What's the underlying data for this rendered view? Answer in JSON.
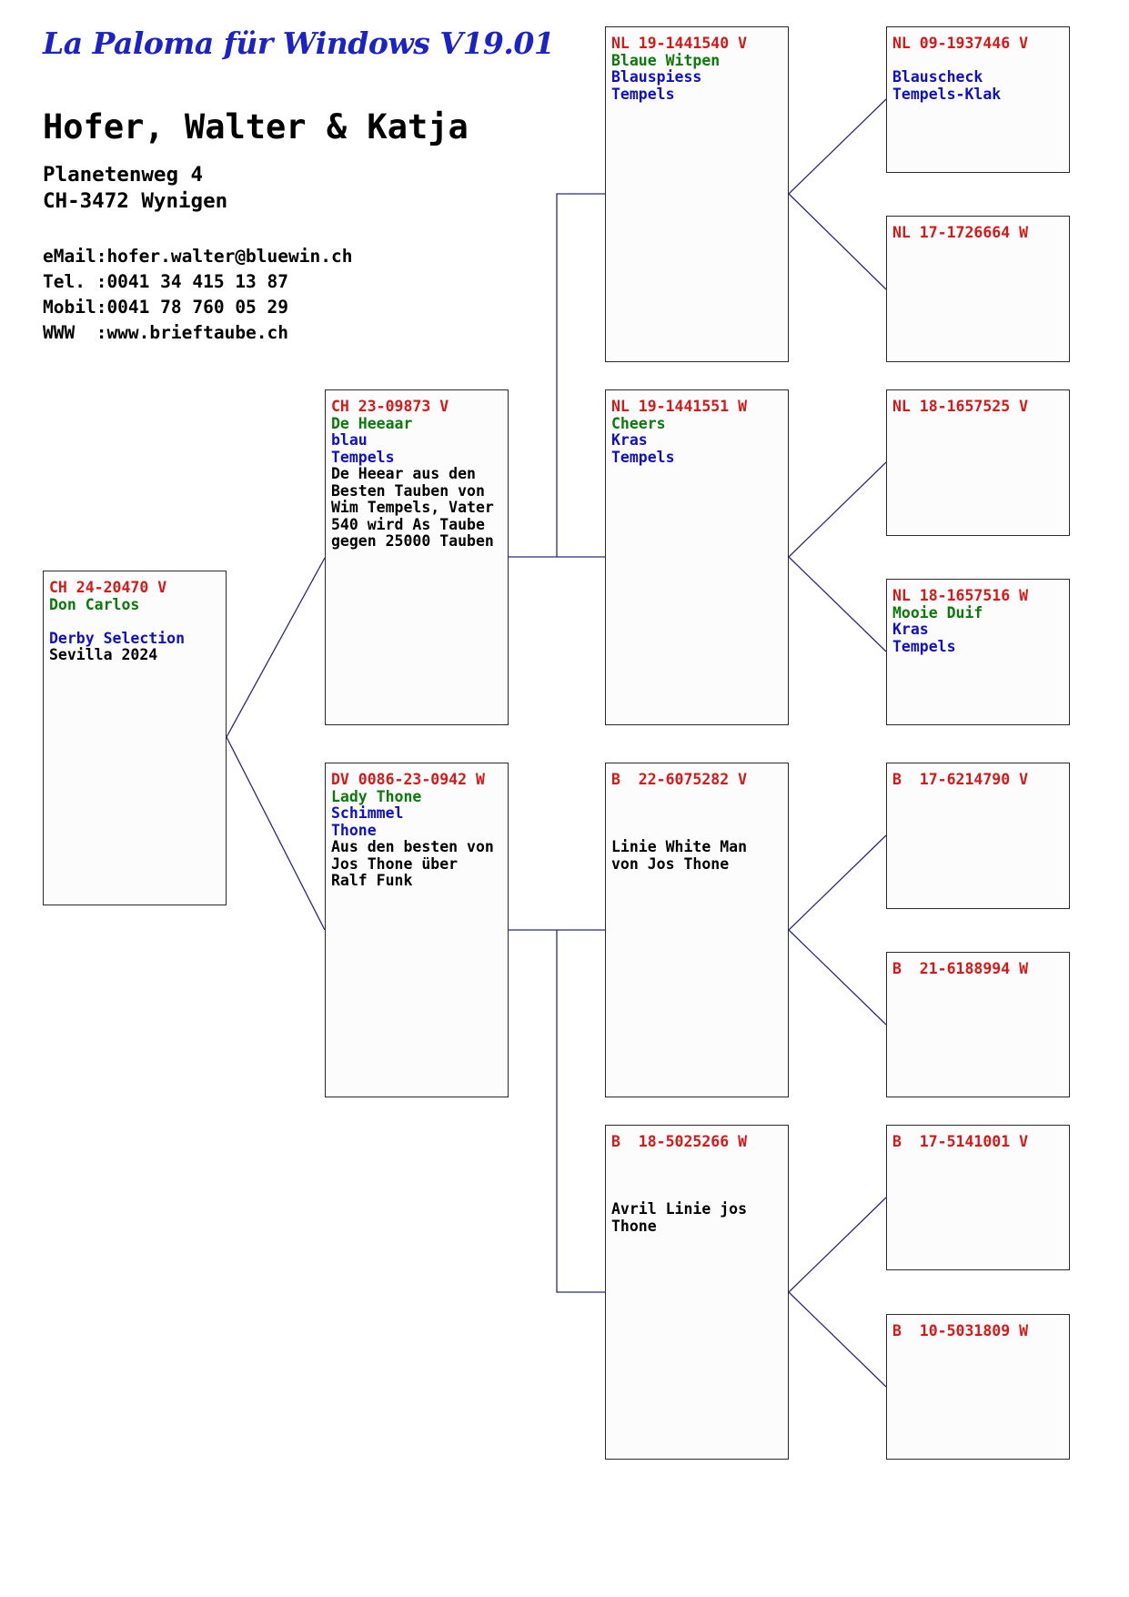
{
  "app_title": "La Paloma für Windows V19.01",
  "owner": {
    "name": "Hofer, Walter & Katja",
    "street": "Planetenweg 4",
    "city": "CH-3472 Wynigen"
  },
  "contact": {
    "email": "eMail:hofer.walter@bluewin.ch",
    "tel": "Tel. :0041 34 415 13 87",
    "mobil": "Mobil:0041 78 760 05 29",
    "www": "WWW  :www.brieftaube.ch"
  },
  "colors": {
    "ring": "#d81818",
    "name": "#0b7a0b",
    "attribute": "#1010c8",
    "note": "#000000",
    "connector": "#2a2a7a"
  },
  "pedigree": {
    "subject": {
      "ring": "CH 24-20470 V",
      "name": "Don Carlos",
      "lines": [
        {
          "text": "",
          "color": "blue"
        },
        {
          "text": "Derby Selection",
          "color": "blue"
        },
        {
          "text": "Sevilla 2024",
          "color": "black"
        }
      ]
    },
    "sire": {
      "ring": "CH 23-09873 V",
      "name": "De Heeaar",
      "lines": [
        {
          "text": "blau",
          "color": "blue"
        },
        {
          "text": "Tempels",
          "color": "blue"
        },
        {
          "text": "De Heear aus den Besten Tauben von Wim Tempels, Vater 540 wird As Taube gegen 25000 Tauben",
          "color": "black"
        }
      ]
    },
    "dam": {
      "ring": "DV 0086-23-0942 W",
      "name": "Lady Thone",
      "lines": [
        {
          "text": "Schimmel",
          "color": "blue"
        },
        {
          "text": "Thone",
          "color": "blue"
        },
        {
          "text": "Aus den besten von Jos Thone über Ralf Funk",
          "color": "black"
        }
      ]
    },
    "sire_sire": {
      "ring": "NL 19-1441540 V",
      "name": "Blaue Witpen",
      "lines": [
        {
          "text": "Blauspiess",
          "color": "blue"
        },
        {
          "text": "Tempels",
          "color": "blue"
        }
      ]
    },
    "sire_dam": {
      "ring": "NL 19-1441551 W",
      "name": "Cheers",
      "lines": [
        {
          "text": "Kras",
          "color": "blue"
        },
        {
          "text": "Tempels",
          "color": "blue"
        }
      ]
    },
    "dam_sire": {
      "ring": "B  22-6075282 V",
      "name": "",
      "lines": [
        {
          "text": "",
          "color": "blue"
        },
        {
          "text": "",
          "color": "blue"
        },
        {
          "text": "Linie White Man von Jos Thone",
          "color": "black"
        }
      ]
    },
    "dam_dam": {
      "ring": "B  18-5025266 W",
      "name": "",
      "lines": [
        {
          "text": "",
          "color": "blue"
        },
        {
          "text": "",
          "color": "blue"
        },
        {
          "text": "Avril Linie jos Thone",
          "color": "black"
        }
      ]
    },
    "ggp1": {
      "ring": "NL 09-1937446 V",
      "name": "",
      "lines": [
        {
          "text": "Blauscheck",
          "color": "blue"
        },
        {
          "text": "Tempels-Klak",
          "color": "blue"
        }
      ]
    },
    "ggp2": {
      "ring": "NL 17-1726664 W",
      "name": "",
      "lines": []
    },
    "ggp3": {
      "ring": "NL 18-1657525 V",
      "name": "",
      "lines": []
    },
    "ggp4": {
      "ring": "NL 18-1657516 W",
      "name": "Mooie Duif",
      "lines": [
        {
          "text": "Kras",
          "color": "blue"
        },
        {
          "text": "Tempels",
          "color": "blue"
        }
      ]
    },
    "ggp5": {
      "ring": "B  17-6214790 V",
      "name": "",
      "lines": []
    },
    "ggp6": {
      "ring": "B  21-6188994 W",
      "name": "",
      "lines": []
    },
    "ggp7": {
      "ring": "B  17-5141001 V",
      "name": "",
      "lines": []
    },
    "ggp8": {
      "ring": "B  10-5031809 W",
      "name": "",
      "lines": []
    }
  }
}
